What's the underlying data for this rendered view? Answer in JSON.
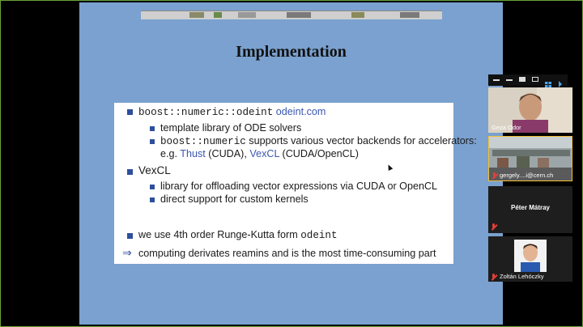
{
  "slide": {
    "title": "Implementation",
    "items": [
      {
        "mono_prefix": "boost::numeric::odeint",
        "link": "odeint.com"
      },
      {
        "text": "template library of ODE solvers"
      },
      {
        "mono_prefix": "boost::numeric",
        "text": " supports various vector backends for accelerators:"
      },
      {
        "pre": "e.g. ",
        "link1": "Thust",
        "mid": " (CUDA), ",
        "link2": "VexCL",
        "post": " (CUDA/OpenCL)"
      },
      {
        "text": "VexCL"
      },
      {
        "text": "library for offloading vector expressions via CUDA or OpenCL"
      },
      {
        "text": "direct support for custom kernels"
      },
      {
        "text": "we use 4th order Runge-Kutta form ",
        "mono": "odeint"
      },
      {
        "arrow": "⇒",
        "text": "computing derivates reamins and is the most time-consuming part"
      }
    ]
  },
  "participants": [
    {
      "name": "Geza Odor"
    },
    {
      "name": "gergely....i@cern.ch"
    },
    {
      "name": "Péter Mátray"
    },
    {
      "name": "Zoltán Lehóczky"
    }
  ],
  "colors": {
    "slide_bg": "#7aa1cf",
    "bullet": "#2e4f9c",
    "link": "#3a57b0",
    "frame": "#6aa33a"
  }
}
